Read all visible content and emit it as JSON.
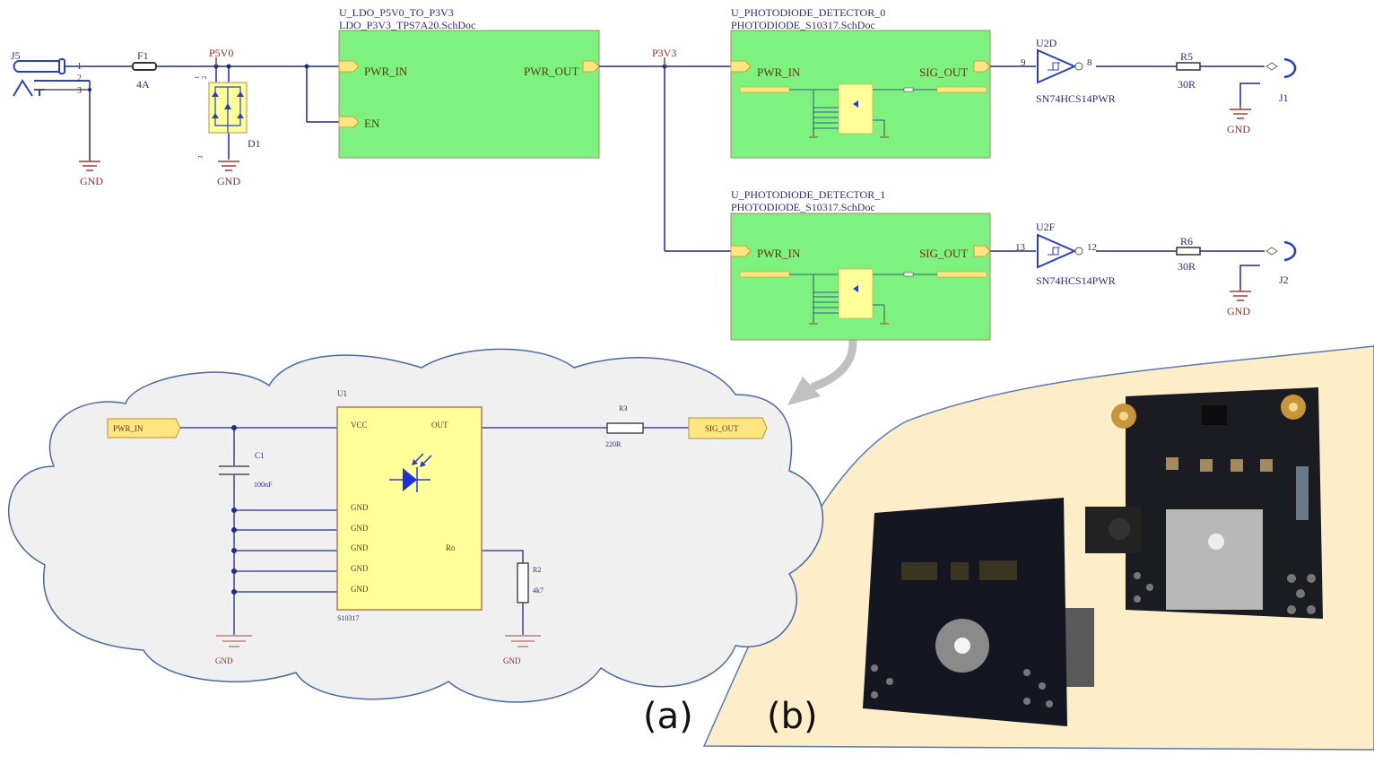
{
  "top_schematic": {
    "j5": {
      "ref": "J5",
      "pins": [
        "1",
        "2",
        "3"
      ]
    },
    "fuse": {
      "ref": "F1",
      "value": "4A"
    },
    "p5v0_net": "P5V0",
    "d1": {
      "ref": "D1",
      "pins": [
        "1",
        "2",
        "3"
      ]
    },
    "gnd_label": "GND",
    "ldo_block": {
      "instance": "U_LDO_P5V0_TO_P3V3",
      "file": "LDO_P3V3_TPS7A20.SchDoc",
      "ports": {
        "pwr_in": "PWR_IN",
        "en": "EN",
        "pwr_out": "PWR_OUT"
      }
    },
    "p3v3_net": "P3V3",
    "detector_0": {
      "instance": "U_PHOTODIODE_DETECTOR_0",
      "file": "PHOTODIODE_S10317.SchDoc",
      "ports": {
        "pwr_in": "PWR_IN",
        "sig_out": "SIG_OUT"
      }
    },
    "detector_1": {
      "instance": "U_PHOTODIODE_DETECTOR_1",
      "file": "PHOTODIODE_S10317.SchDoc",
      "ports": {
        "pwr_in": "PWR_IN",
        "sig_out": "SIG_OUT"
      }
    },
    "channel_0": {
      "buffer_ref": "U2D",
      "buffer_part": "SN74HCS14PWR",
      "pin_in": "9",
      "pin_out": "8",
      "res_ref": "R5",
      "res_value": "30R",
      "conn_ref": "J1"
    },
    "channel_1": {
      "buffer_ref": "U2F",
      "buffer_part": "SN74HCS14PWR",
      "pin_in": "13",
      "pin_out": "12",
      "res_ref": "R6",
      "res_value": "30R",
      "conn_ref": "J2"
    }
  },
  "detail_schematic": {
    "pwr_in_port": "PWR_IN",
    "sig_out_port": "SIG_OUT",
    "c1": {
      "ref": "C1",
      "value": "100nF"
    },
    "u1": {
      "ref": "U1",
      "part": "S10317",
      "pins": {
        "vcc": "VCC",
        "out": "OUT",
        "ro": "Ro",
        "gnd": [
          "GND",
          "GND",
          "GND",
          "GND",
          "GND"
        ]
      }
    },
    "r3": {
      "ref": "R3",
      "value": "220R"
    },
    "r2": {
      "ref": "R2",
      "value": "4k7"
    },
    "gnd_label": "GND"
  },
  "panels": {
    "a": "(a)",
    "b": "(b)"
  },
  "colors": {
    "wire": "#1f2a8a",
    "sheet_fill": "#7ef27e",
    "port_fill": "#ffe680",
    "component_fill": "#ffff99",
    "power_red": "#a33a3a",
    "cloud_fill": "#f0f0f0",
    "photo_bg": "#fdedc8"
  }
}
